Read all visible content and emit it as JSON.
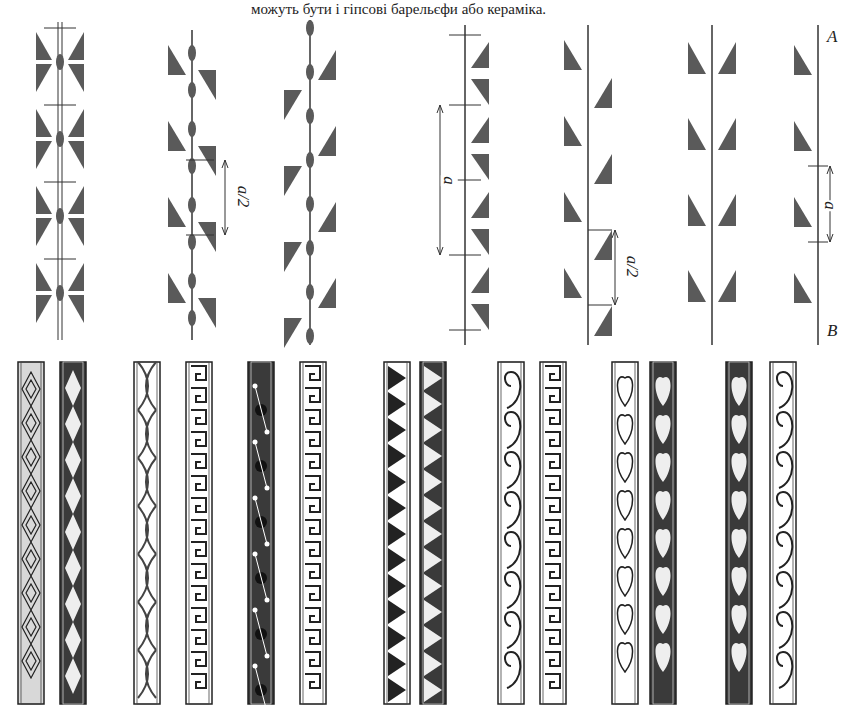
{
  "diagram": {
    "labels": [
      "можуть бути і гіпсові барельєфи або кераміка.",
      "a/2",
      "a",
      "a/2",
      "A",
      "a",
      "B"
    ]
  }
}
